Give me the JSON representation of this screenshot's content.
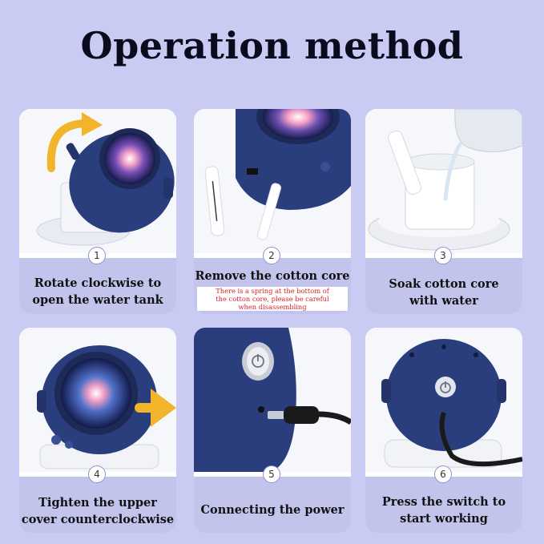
{
  "title": "Operation method",
  "steps": [
    {
      "number": "1",
      "caption": [
        "Rotate clockwise to",
        "open the water tank"
      ]
    },
    {
      "number": "2",
      "caption": [
        "Remove the cotton core"
      ],
      "note": [
        "There is a spring at the bottom of",
        "the cotton core, please be careful",
        "when disassembling"
      ]
    },
    {
      "number": "3",
      "caption": [
        "Soak cotton core",
        "with water"
      ]
    },
    {
      "number": "4",
      "caption": [
        "Tighten the upper",
        "cover counterclockwise"
      ]
    },
    {
      "number": "5",
      "caption": [
        "Connecting the power"
      ]
    },
    {
      "number": "6",
      "caption": [
        "Press the switch to",
        "start working"
      ]
    }
  ],
  "colors": {
    "background": "#c9cbf2",
    "band": "#c2c4ec",
    "device_navy": "#2a3d7c",
    "arrow_yellow": "#f2b42a",
    "warning_red": "#d61f2c"
  }
}
